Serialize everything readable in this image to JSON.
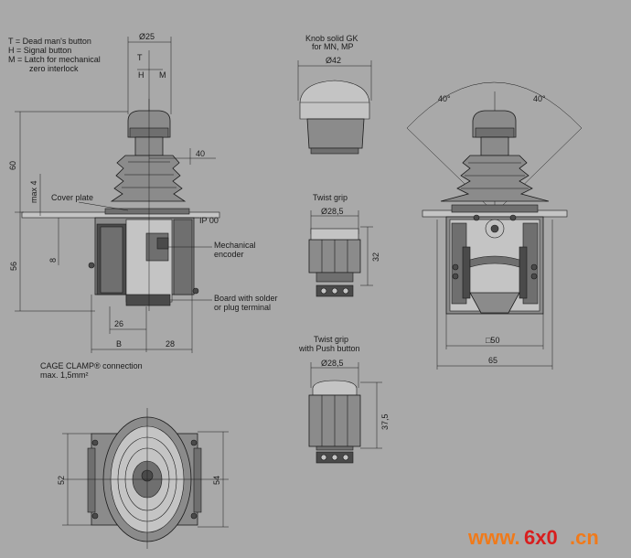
{
  "legend": {
    "line_t": "T = Dead man's button",
    "line_h": "H = Signal button",
    "line_m1": "M = Latch for mechanical",
    "line_m2": "zero interlock"
  },
  "side_view": {
    "dia_25": "Ø25",
    "t": "T",
    "h": "H",
    "m": "M",
    "dim_40": "40",
    "dim_60": "60",
    "dim_max4": "max 4",
    "cover_plate": "Cover plate",
    "ip": "IP 00",
    "dim_8": "8",
    "dim_56": "56",
    "mech_1": "Mechanical",
    "mech_2": "encoder",
    "board_1": "Board with solder",
    "board_2": "or plug terminal",
    "dim_26": "26",
    "dim_b": "B",
    "dim_28": "28"
  },
  "cage": {
    "line1": "CAGE CLAMP® connection",
    "line2": "max. 1,5mm²"
  },
  "knob": {
    "title1": "Knob solid GK",
    "title2": "for MN, MP",
    "dia": "Ø42"
  },
  "twist": {
    "title": "Twist grip",
    "dia": "Ø28,5",
    "height": "32"
  },
  "twist_push": {
    "title1": "Twist grip",
    "title2": "with Push button",
    "dia": "Ø28,5",
    "height": "37,5"
  },
  "front_view": {
    "angle_left": "40°",
    "angle_right": "40°",
    "dim_50": "□50",
    "dim_65": "65"
  },
  "bottom_view": {
    "dim_52": "52",
    "dim_54": "54"
  },
  "watermark": {
    "part1": "www.",
    "part2": "6x0",
    "part3": ".cn"
  },
  "colors": {
    "background": "#a9a9a9",
    "watermark_orange": "#f07a1a",
    "watermark_red": "#d81e1e"
  }
}
